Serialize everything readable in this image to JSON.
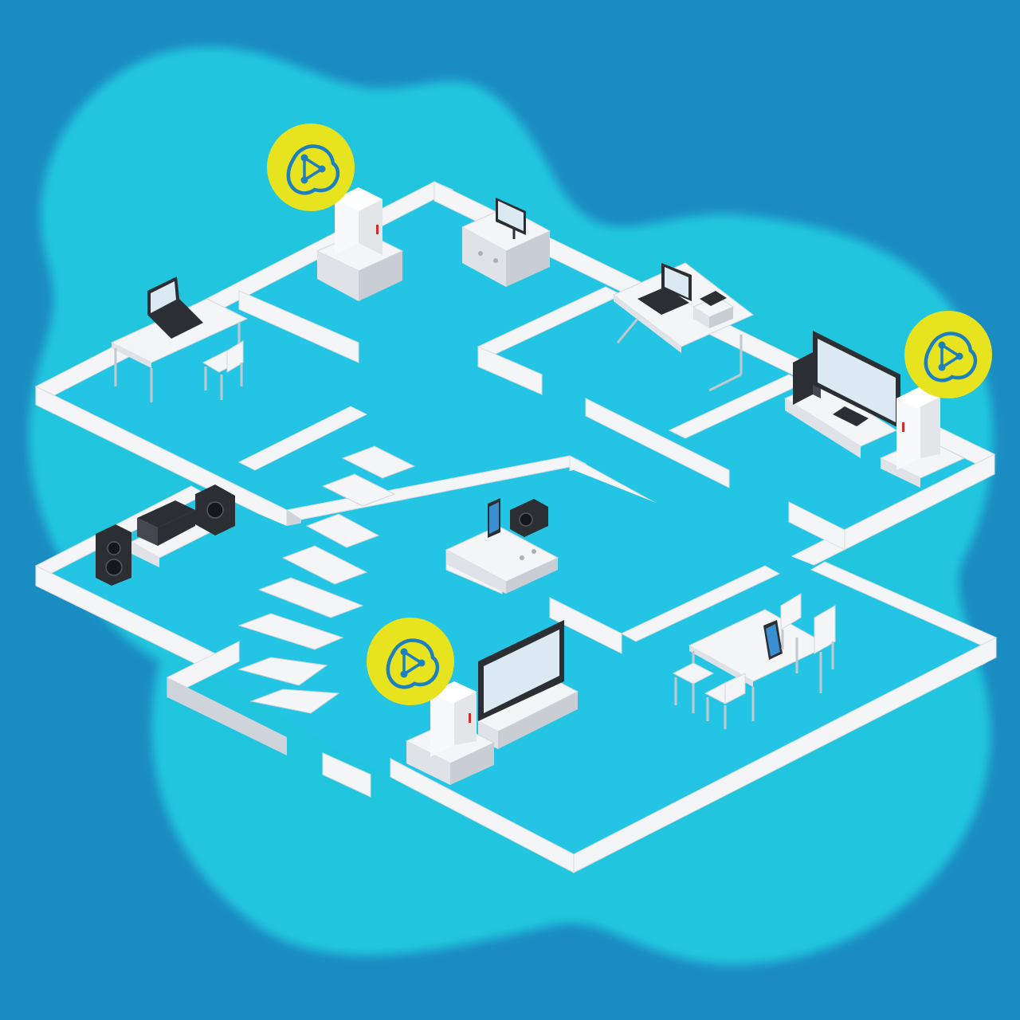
{
  "scene": {
    "type": "isometric-smart-home-mesh-network",
    "floors": 2,
    "colors": {
      "background": "#1b8cc2",
      "cloud": "#22c9e0",
      "floor": "#24c4e4",
      "wall": "#f4f5f7",
      "badge": "#e7e41f",
      "badge_symbol": "#1c7fc0",
      "device_dark": "#2b2e33",
      "screen": "#dbe9f2"
    },
    "icons": {
      "mesh_badge": "mesh-network-icon",
      "repeater": "wifi-repeater-icon",
      "laptop": "laptop-icon",
      "monitor": "monitor-icon",
      "printer": "printer-icon",
      "tv": "television-icon",
      "speaker": "speaker-icon",
      "stereo": "stereo-receiver-icon",
      "smartphone": "smartphone-icon",
      "radio": "radio-icon",
      "chair": "chair-icon",
      "table": "table-icon"
    },
    "mesh_badge_count": 3
  }
}
